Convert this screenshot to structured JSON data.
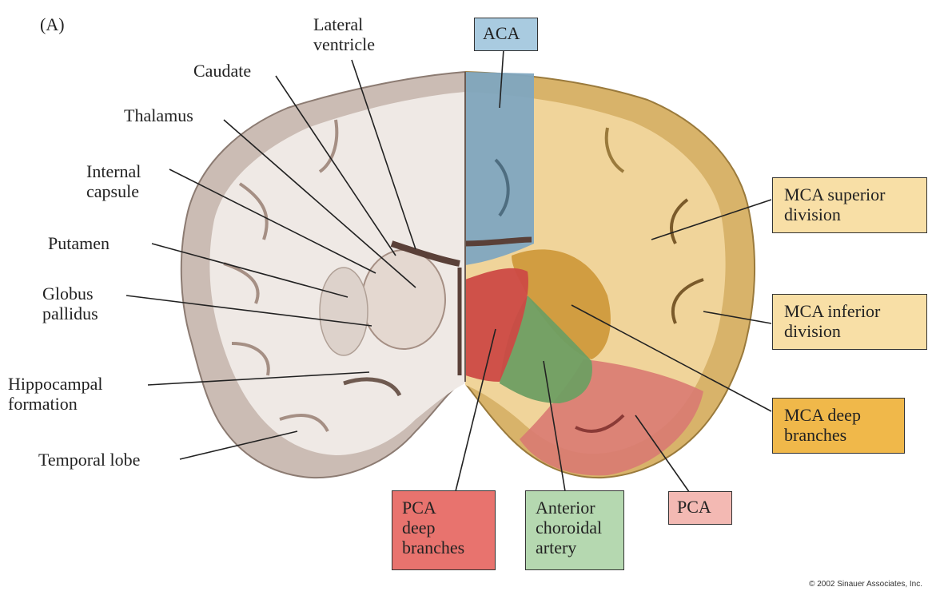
{
  "panel_label": "(A)",
  "left_labels": [
    {
      "text": "Lateral\nventricle",
      "key": "lateral-ventricle"
    },
    {
      "text": "Caudate",
      "key": "caudate"
    },
    {
      "text": "Thalamus",
      "key": "thalamus"
    },
    {
      "text": "Internal\ncapsule",
      "key": "internal-capsule"
    },
    {
      "text": "Putamen",
      "key": "putamen"
    },
    {
      "text": "Globus\npallidus",
      "key": "globus-pallidus"
    },
    {
      "text": "Hippocampal\nformation",
      "key": "hippocampal-formation"
    },
    {
      "text": "Temporal lobe",
      "key": "temporal-lobe"
    }
  ],
  "territory_boxes": [
    {
      "text": "ACA",
      "key": "aca",
      "color": "#a9cbe0"
    },
    {
      "text": "MCA superior\ndivision",
      "key": "mca-superior-division",
      "color": "#f8dfa6"
    },
    {
      "text": "MCA inferior\ndivision",
      "key": "mca-inferior-division",
      "color": "#f8dfa6"
    },
    {
      "text": "MCA deep\nbranches",
      "key": "mca-deep-branches",
      "color": "#f0b84a"
    },
    {
      "text": "PCA",
      "key": "pca",
      "color": "#f3b9b3"
    },
    {
      "text": "PCA\ndeep\nbranches",
      "key": "pca-deep-branches",
      "color": "#e8736e"
    },
    {
      "text": "Anterior\nchoroidal\nartery",
      "key": "anterior-choroidal-artery",
      "color": "#b5d8b0"
    }
  ],
  "colors": {
    "left_hemisphere": "#d9cfc9",
    "white_matter": "#efe9e5",
    "aca_region": "#6f9ab5",
    "mca_region": "#d8b36a",
    "mca_deep": "#c98f2a",
    "pca_region": "#d97a72",
    "pca_deep": "#cc4a45",
    "ant_choroidal": "#6e9e62"
  },
  "copyright": "© 2002 Sinauer Associates, Inc."
}
